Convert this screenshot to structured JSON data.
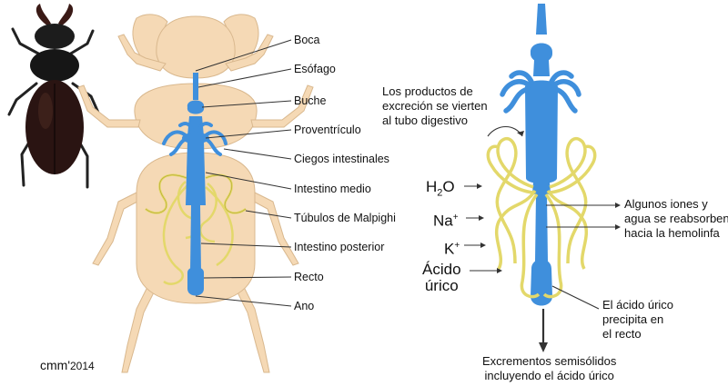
{
  "anatomy_labels": [
    "Boca",
    "Esófago",
    "Buche",
    "Proventrículo",
    "Ciegos intestinales",
    "Intestino medio",
    "Túbulos de Malpighi",
    "Intestino posterior",
    "Recto",
    "Ano"
  ],
  "right": {
    "excretion_note": [
      "Los productos de",
      "excreción se vierten",
      "al tubo digestivo"
    ],
    "ions": {
      "water_base": "H",
      "water_sub": "2",
      "water_end": "O",
      "na": "Na",
      "na_sup": "+",
      "k": "K",
      "k_sup": "+",
      "uric": [
        "Ácido",
        "úrico"
      ]
    },
    "reabsorb_note": [
      "Algunos iones y",
      "agua se reabsorben",
      "hacia la hemolinfa"
    ],
    "precip_note": [
      "El ácido úrico",
      "precipita en",
      "el recto"
    ],
    "excrement_note": [
      "Excrementos semisólidos",
      "incluyendo el ácido úrico"
    ]
  },
  "credit": {
    "author": "cmm'",
    "year": "2014"
  },
  "colors": {
    "body": "#f5d9b5",
    "gut": "#3f8fdc",
    "tubule": "#e3d86a",
    "tubule_edge": "#a89a1e",
    "line": "#333333"
  }
}
